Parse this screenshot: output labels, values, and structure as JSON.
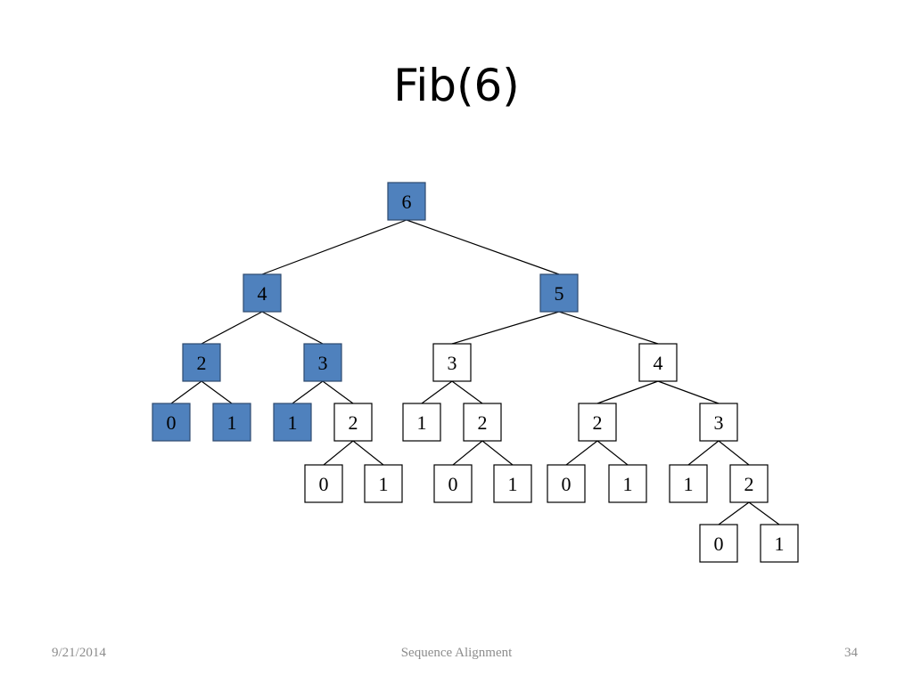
{
  "slide": {
    "title": "Fib(6)"
  },
  "footer": {
    "date": "9/21/2014",
    "title": "Sequence Alignment",
    "page_number": "34"
  },
  "colors": {
    "highlight_fill": "#4f81bd",
    "highlight_stroke": "#2e4a6e",
    "plain_fill": "#ffffff",
    "plain_stroke": "#000000",
    "edge": "#000000",
    "footer_text": "#8c8c8c"
  },
  "tree": {
    "nodes": [
      {
        "id": "n6",
        "label": "6",
        "highlighted": true
      },
      {
        "id": "n4",
        "label": "4",
        "highlighted": true
      },
      {
        "id": "n5",
        "label": "5",
        "highlighted": true
      },
      {
        "id": "n4-2",
        "label": "2",
        "highlighted": true
      },
      {
        "id": "n4-3",
        "label": "3",
        "highlighted": true
      },
      {
        "id": "n5-3",
        "label": "3",
        "highlighted": false
      },
      {
        "id": "n5-4",
        "label": "4",
        "highlighted": false
      },
      {
        "id": "n42-0",
        "label": "0",
        "highlighted": true
      },
      {
        "id": "n42-1",
        "label": "1",
        "highlighted": true
      },
      {
        "id": "n43-1",
        "label": "1",
        "highlighted": true
      },
      {
        "id": "n43-2",
        "label": "2",
        "highlighted": false
      },
      {
        "id": "n53-1",
        "label": "1",
        "highlighted": false
      },
      {
        "id": "n53-2",
        "label": "2",
        "highlighted": false
      },
      {
        "id": "n54-2",
        "label": "2",
        "highlighted": false
      },
      {
        "id": "n54-3",
        "label": "3",
        "highlighted": false
      },
      {
        "id": "n432-0",
        "label": "0",
        "highlighted": false
      },
      {
        "id": "n432-1",
        "label": "1",
        "highlighted": false
      },
      {
        "id": "n532-0",
        "label": "0",
        "highlighted": false
      },
      {
        "id": "n532-1",
        "label": "1",
        "highlighted": false
      },
      {
        "id": "n542-0",
        "label": "0",
        "highlighted": false
      },
      {
        "id": "n542-1",
        "label": "1",
        "highlighted": false
      },
      {
        "id": "n543-1",
        "label": "1",
        "highlighted": false
      },
      {
        "id": "n543-2",
        "label": "2",
        "highlighted": false
      },
      {
        "id": "n5432-0",
        "label": "0",
        "highlighted": false
      },
      {
        "id": "n5432-1",
        "label": "1",
        "highlighted": false
      }
    ],
    "edges": [
      [
        "n6",
        "n4"
      ],
      [
        "n6",
        "n5"
      ],
      [
        "n4",
        "n4-2"
      ],
      [
        "n4",
        "n4-3"
      ],
      [
        "n5",
        "n5-3"
      ],
      [
        "n5",
        "n5-4"
      ],
      [
        "n4-2",
        "n42-0"
      ],
      [
        "n4-2",
        "n42-1"
      ],
      [
        "n4-3",
        "n43-1"
      ],
      [
        "n4-3",
        "n43-2"
      ],
      [
        "n5-3",
        "n53-1"
      ],
      [
        "n5-3",
        "n53-2"
      ],
      [
        "n5-4",
        "n54-2"
      ],
      [
        "n5-4",
        "n54-3"
      ],
      [
        "n43-2",
        "n432-0"
      ],
      [
        "n43-2",
        "n432-1"
      ],
      [
        "n53-2",
        "n532-0"
      ],
      [
        "n53-2",
        "n532-1"
      ],
      [
        "n54-2",
        "n542-0"
      ],
      [
        "n54-2",
        "n542-1"
      ],
      [
        "n54-3",
        "n543-1"
      ],
      [
        "n54-3",
        "n543-2"
      ],
      [
        "n543-2",
        "n5432-0"
      ],
      [
        "n543-2",
        "n5432-1"
      ]
    ]
  }
}
